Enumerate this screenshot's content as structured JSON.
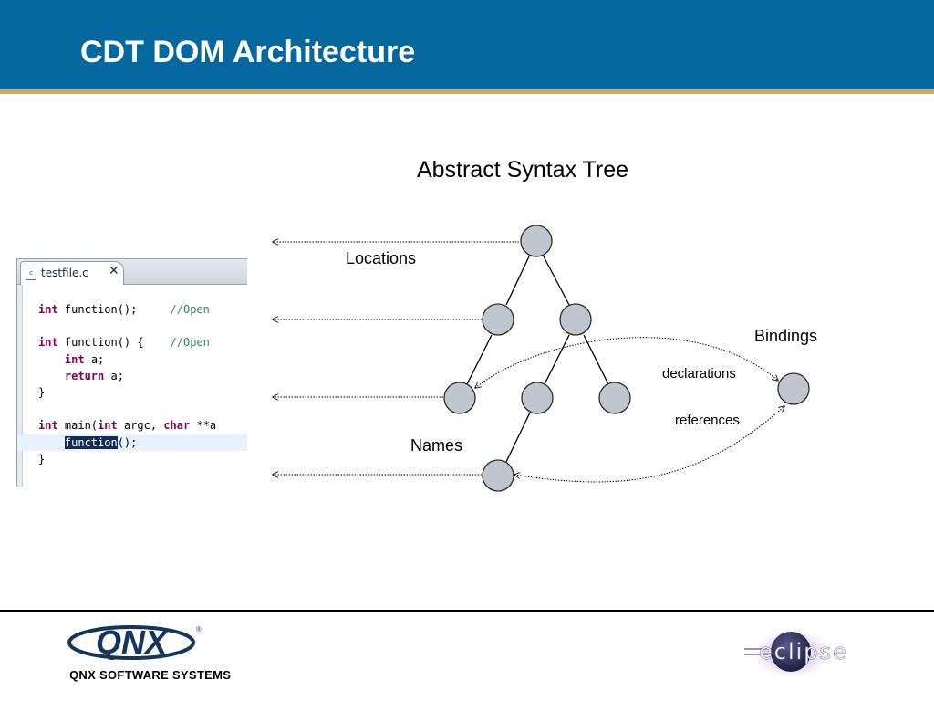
{
  "slide": {
    "title": "CDT DOM Architecture"
  },
  "editor": {
    "tab_label": "testfile.c",
    "tab_icon": "c-file-icon",
    "close_icon": "close-icon",
    "lines": [
      [
        "int",
        " function();     ",
        "//Open"
      ],
      [],
      [
        "int",
        " function() {    ",
        "//Open"
      ],
      [
        "    ",
        "int",
        " a;"
      ],
      [
        "    ",
        "return",
        " a;"
      ],
      [
        "}"
      ],
      [],
      [
        "int",
        " main(",
        "int",
        " argc, ",
        "char",
        " **a"
      ],
      [
        "    ",
        "function",
        "();"
      ],
      [
        "}"
      ]
    ]
  },
  "diagram": {
    "tree_title": "Abstract Syntax Tree",
    "labels": {
      "locations": "Locations",
      "names": "Names",
      "bindings": "Bindings",
      "declarations": "declarations",
      "references": "references"
    },
    "colors": {
      "node_fill": "#c0c6cd",
      "node_stroke": "#2b2b2b",
      "edge": "#000000"
    }
  },
  "colors": {
    "header_bg": "#04679d",
    "header_rule": "#cbaa6e",
    "keyword": "#7f0055",
    "comment": "#3f7f5f",
    "selection": "#102c57"
  },
  "footer": {
    "company_logo_text": "QNX",
    "company_tagline": "QNX SOFTWARE SYSTEMS",
    "partner_logo_text": "eclipse"
  }
}
